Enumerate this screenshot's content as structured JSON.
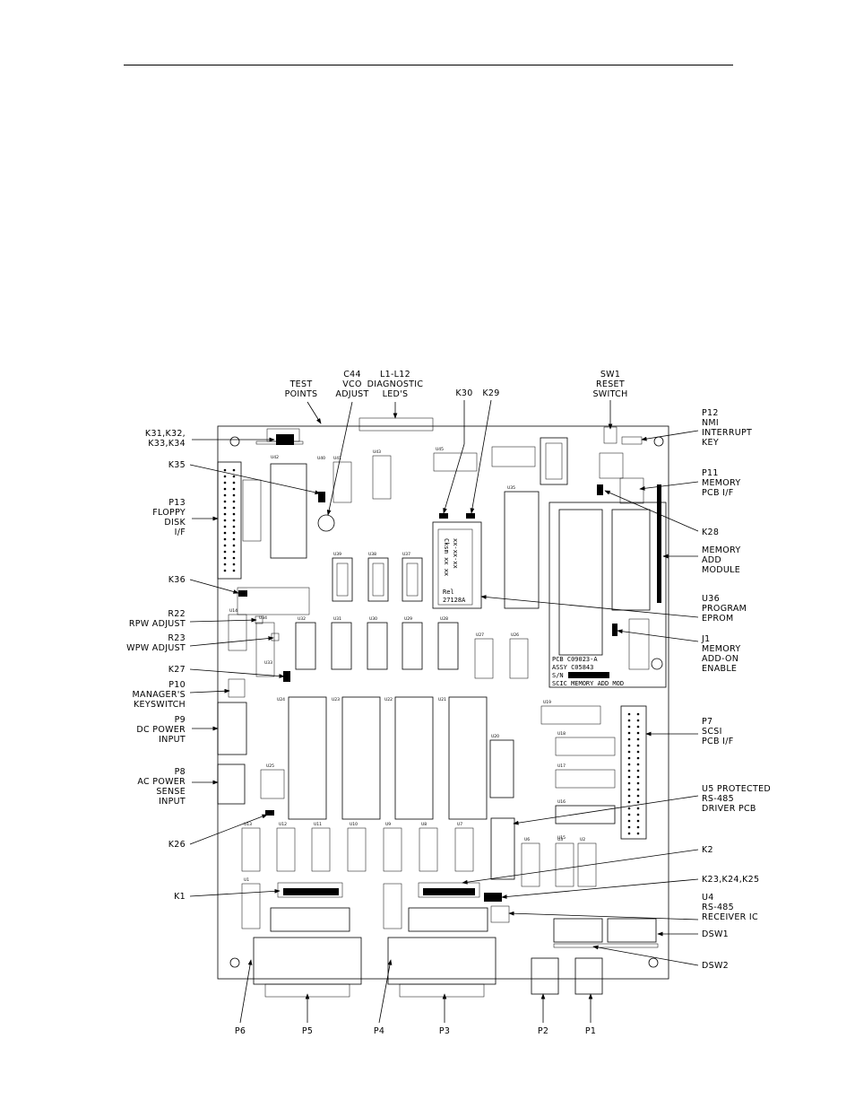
{
  "labels": {
    "test_points": [
      "TEST",
      "POINTS"
    ],
    "c44": [
      "C44",
      "VCO",
      "ADJUST"
    ],
    "l1_l12": [
      "L1-L12",
      "DIAGNOSTIC",
      "LED'S"
    ],
    "k30": "K30",
    "k29": "K29",
    "sw1": [
      "SW1",
      "RESET",
      "SWITCH"
    ],
    "k31_k34": [
      "K31,K32,",
      "K33,K34"
    ],
    "k35": "K35",
    "p13": [
      "P13",
      "FLOPPY",
      "DISK",
      "I/F"
    ],
    "k36": "K36",
    "r22": [
      "R22",
      "RPW ADJUST"
    ],
    "r23": [
      "R23",
      "WPW ADJUST"
    ],
    "k27": "K27",
    "p10": [
      "P10",
      "MANAGER'S",
      "KEYSWITCH"
    ],
    "p9": [
      "P9",
      "DC POWER",
      "INPUT"
    ],
    "p8": [
      "P8",
      "AC POWER",
      "SENSE",
      "INPUT"
    ],
    "k26": "K26",
    "k1": "K1",
    "p12": [
      "P12",
      "NMI",
      "INTERRUPT",
      "KEY"
    ],
    "p11": [
      "P11",
      "MEMORY",
      "PCB I/F"
    ],
    "k28": "K28",
    "memory_add_module": [
      "MEMORY",
      "ADD",
      "MODULE"
    ],
    "u36": [
      "U36",
      "PROGRAM",
      "EPROM"
    ],
    "j1": [
      "J1",
      "MEMORY",
      "ADD-ON",
      "ENABLE"
    ],
    "p7": [
      "P7",
      "SCSI",
      "PCB I/F"
    ],
    "u5": [
      "U5 PROTECTED",
      "RS-485",
      "DRIVER PCB"
    ],
    "k2": "K2",
    "k23_k25": "K23,K24,K25",
    "u4": [
      "U4",
      "RS-485",
      "RECEIVER IC"
    ],
    "dsw1": "DSW1",
    "dsw2": "DSW2",
    "bottom": [
      "P6",
      "P5",
      "P4",
      "P3",
      "P2",
      "P1"
    ]
  },
  "board": {
    "module_text": [
      "PCB C09023-A",
      "ASSY C05843",
      "S/N",
      "SCIC MEMORY ADD MOD"
    ],
    "eprom_text": [
      "xx-xx-xx",
      "Cksm xx xx",
      "Rel",
      "27128A"
    ],
    "chip_refs": [
      "U42",
      "U41",
      "U43",
      "U45",
      "U40",
      "U35",
      "U34",
      "U33",
      "U39",
      "U38",
      "U37",
      "U32",
      "U31",
      "U30",
      "U29",
      "U28",
      "U27",
      "U26",
      "U24",
      "U23",
      "U22",
      "U21",
      "U25",
      "U20",
      "U19",
      "U18",
      "U17",
      "U16",
      "U15",
      "U13",
      "U12",
      "U11",
      "U10",
      "U9",
      "U8",
      "U7",
      "U6",
      "U3",
      "U2",
      "U1",
      "U14",
      "U44"
    ],
    "connector_refs": [
      "P13",
      "P12",
      "P11",
      "P10",
      "P9",
      "P8",
      "P7",
      "P6",
      "P5",
      "P4",
      "P3",
      "P2",
      "P1",
      "DSW1",
      "DSW2"
    ]
  }
}
